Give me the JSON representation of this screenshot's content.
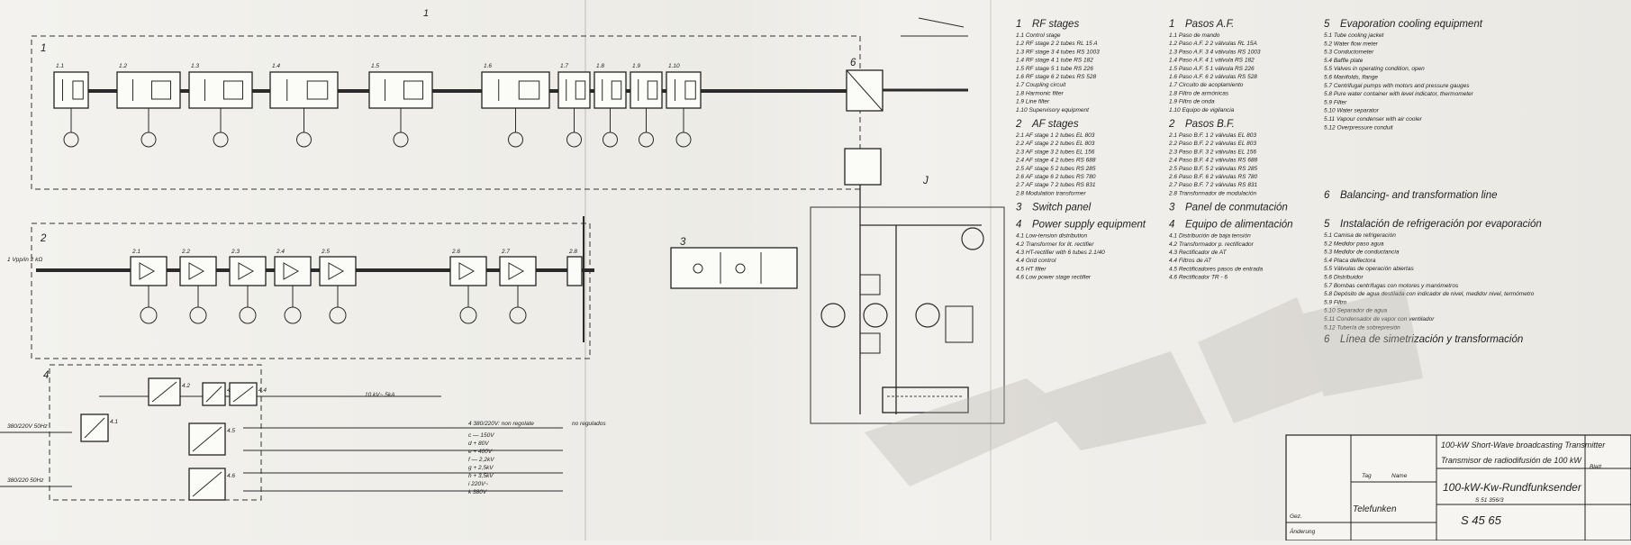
{
  "sheet": {
    "top_mark": "1"
  },
  "diagram": {
    "sections": [
      {
        "num": "1",
        "label": "1"
      },
      {
        "num": "2",
        "label": "2"
      },
      {
        "num": "3",
        "label": "3"
      },
      {
        "num": "4",
        "label": "4"
      }
    ],
    "blocks_row1": [
      "1.1",
      "1.2",
      "1.3",
      "1.4",
      "1.5",
      "1.6",
      "1.7",
      "1.8",
      "1.9",
      "1.10"
    ],
    "blocks_row2": [
      "2.1",
      "2.2",
      "2.3",
      "2.4",
      "2.5",
      "2.6",
      "2.7",
      "2.8"
    ],
    "blocks_row4": [
      "4.1",
      "4.2",
      "4.3",
      "4.4",
      "4.5",
      "4.6"
    ],
    "block_6_label": "6",
    "block_3_label": "3",
    "block_j_label": "J",
    "power_notes": {
      "header_left": "4   380/220V: non regolate",
      "header_right": "no regulados",
      "rows": [
        "c  — 150V",
        "d  + 80V",
        "e  + 400V",
        "f  — 2,2kV",
        "g  + 2,5kV",
        "h  + 3,5kV",
        "i  220V~",
        "k  380V"
      ]
    },
    "mains_1": "380/220V 50Hz",
    "mains_2": "380/220 50Hz",
    "input_label": "1 Vpp/in 2 kΩ",
    "line_label": "10 kV~ 5kA"
  },
  "legend_en": {
    "sections": [
      {
        "num": "1",
        "title": "RF stages",
        "items": [
          "1.1  Control stage",
          "1.2  RF stage 2  2 tubes RL 15 A",
          "1.3  RF stage 3  4 tubes RS 1003",
          "1.4  RF stage 4  1 tube RS 182",
          "1.5  RF stage 5  1 tube RS 226",
          "1.6  RF stage 6  2 tubes RS 528",
          "1.7  Coupling circuit",
          "1.8  Harmonic filter",
          "1.9  Line filter",
          "1.10 Supervisory equipment"
        ]
      },
      {
        "num": "2",
        "title": "AF stages",
        "items": [
          "2.1  AF stage 1  2 tubes EL 803",
          "2.2  AF stage 2  2 tubes EL 803",
          "2.3  AF stage 3  2 tubes EL 156",
          "2.4  AF stage 4  2 tubes RS 688",
          "2.5  AF stage 5  2 tubes RS 285",
          "2.6  AF stage 6  2 tubes RS 780",
          "2.7  AF stage 7  2 tubes RS 831",
          "2.8  Modulation transformer"
        ]
      },
      {
        "num": "3",
        "title": "Switch panel",
        "items": []
      },
      {
        "num": "4",
        "title": "Power supply equipment",
        "items": [
          "4.1  Low-tension distribution",
          "4.2  Transformer for lit. rectifier",
          "4.3  HT-rectifier with 6 tubes 2.1/40",
          "4.4  Grid control",
          "4.5  HT filter",
          "4.6  Low power stage rectifier"
        ]
      }
    ]
  },
  "legend_es": {
    "sections": [
      {
        "num": "1",
        "title": "Pasos A.F.",
        "items": [
          "1.1  Paso de mando",
          "1.2  Paso A.F. 2  2 válvulas RL 15A",
          "1.3  Paso A.F. 3  4 válvulas RS 1003",
          "1.4  Paso A.F. 4  1 válvula RS 182",
          "1.5  Paso A.F. 5  1 válvula RS 226",
          "1.6  Paso A.F. 6  2 válvulas RS 528",
          "1.7  Circuito de acoplamiento",
          "1.8  Filtro de armónicas",
          "1.9  Filtro de onda",
          "1.10 Equipo de vigilancia"
        ]
      },
      {
        "num": "2",
        "title": "Pasos B.F.",
        "items": [
          "2.1  Paso B.F. 1  2 válvulas EL 803",
          "2.2  Paso B.F. 2  2 válvulas EL 803",
          "2.3  Paso B.F. 3  2 válvulas EL 156",
          "2.4  Paso B.F. 4  2 válvulas RS 688",
          "2.5  Paso B.F. 5  2 válvulas RS 285",
          "2.6  Paso B.F. 6  2 válvulas RS 780",
          "2.7  Paso B.F. 7  2 válvulas RS 831",
          "2.8  Transformador de modulación"
        ]
      },
      {
        "num": "3",
        "title": "Panel de conmutación",
        "items": []
      },
      {
        "num": "4",
        "title": "Equipo de alimentación",
        "items": [
          "4.1  Distribución de baja tensión",
          "4.2  Transformador p. rectificador",
          "4.3  Rectificador de AT",
          "4.4  Filtros de AT",
          "4.5  Rectificadores pasos de entrada",
          "4.6  Rectificador TR - 6"
        ]
      }
    ]
  },
  "legend_cooling": {
    "sections": [
      {
        "num": "5",
        "title": "Evaporation cooling equipment",
        "items": [
          "5.1  Tube cooling jacket",
          "5.2  Water flow meter",
          "5.3  Conductometer",
          "5.4  Baffle plate",
          "5.5  Valves in operating condition, open",
          "5.6  Manifolds, flange",
          "5.7  Centrifugal pumps with motors and pressure gauges",
          "5.8  Pure water container with level indicator, thermometer",
          "5.9  Filter",
          "5.10 Water separator",
          "5.11 Vapour condenser with air cooler",
          "5.12 Overpressure conduit"
        ]
      },
      {
        "num": "6",
        "title": "Balancing- and transformation line",
        "items": []
      },
      {
        "num": "5",
        "title": "Instalación de refrigeración por evaporación",
        "items": [
          "5.1  Camisa de refrigeración",
          "5.2  Medidor paso agua",
          "5.3  Medidor de conductancia",
          "5.4  Placa deflectora",
          "5.5  Válvulas de operación abiertas",
          "5.6  Distribuidor",
          "5.7  Bombas centrífugas con motores y manómetros",
          "5.8  Depósito de agua destilada con indicador de nivel, medidor nivel, termómetro",
          "5.9  Filtro",
          "5.10 Separador de agua",
          "5.11 Condensador de vapor con ventilador",
          "5.12 Tubería de sobrepresión"
        ]
      },
      {
        "num": "6",
        "title": "Línea de simetrización y transformación",
        "items": []
      }
    ]
  },
  "title_block": {
    "title_en": "100-kW Short-Wave broadcasting Transmitter",
    "title_es": "Transmisor de radiodifusión de 100 kW",
    "main_title": "100-kW-Kw-Rundfunksender",
    "company": "Telefunken",
    "drawing_no": "S 45 65",
    "part_no": "S 51 356/3",
    "sheet_label": "Blatt",
    "col_tag": "Tag",
    "col_name": "Name",
    "change_label": "Änderung",
    "drawn_label": "Gez."
  }
}
